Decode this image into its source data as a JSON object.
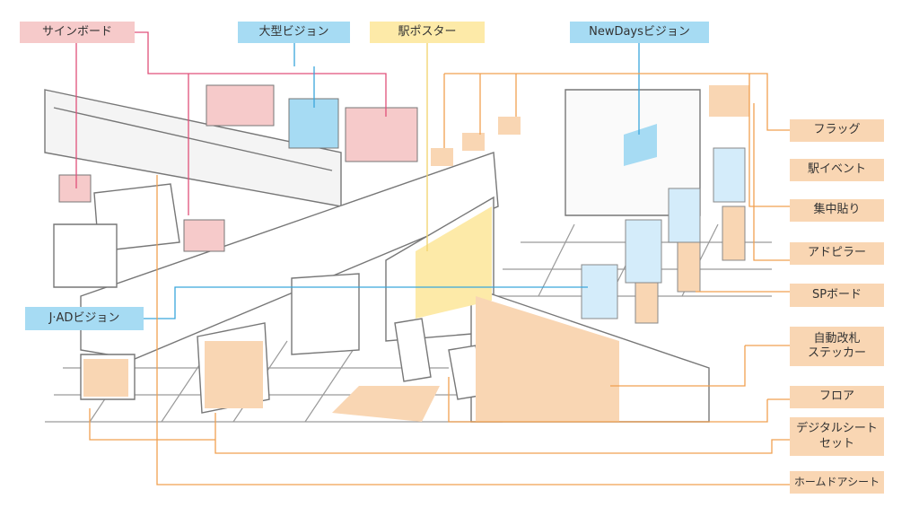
{
  "title_labels": {
    "signboard": "サインボード",
    "large_vision": "大型ビジョン",
    "station_poster": "駅ポスター",
    "newdays_vision": "NewDaysビジョン",
    "jad_vision": "J·ADビジョン"
  },
  "right_labels": [
    "フラッグ",
    "駅イベント",
    "集中貼り",
    "アドピラー",
    "SPボード",
    "自動改札\nステッカー",
    "フロア",
    "デジタルシート\nセット",
    "ホームドアシート"
  ],
  "colors": {
    "pink": "#f6caca",
    "pink_line": "#e0507a",
    "blue": "#a6dbf3",
    "blue_line": "#3aa6dc",
    "yellow": "#fdeaa8",
    "yellow_line": "#f2d36a",
    "orange": "#f9d6b3",
    "orange_line": "#f0a050"
  }
}
